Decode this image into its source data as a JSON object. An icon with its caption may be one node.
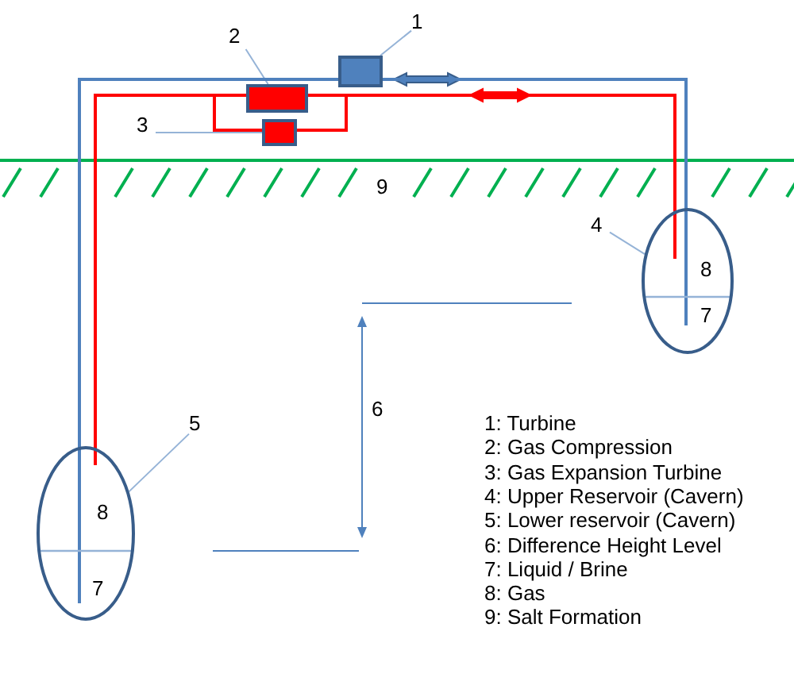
{
  "diagram": {
    "nodes": [
      {
        "text": [
          "1"
        ]
      },
      {
        "text": [],
        "shape": "box"
      },
      {
        "text": [
          "2"
        ]
      },
      {
        "text": [],
        "shape": "box"
      },
      {
        "text": [
          "3"
        ]
      },
      {
        "text": [],
        "shape": "box"
      },
      {
        "text": [
          "4"
        ]
      },
      {
        "text": [
          "8",
          "7"
        ]
      },
      {
        "text": [
          "5"
        ]
      },
      {
        "text": [
          "8",
          "7"
        ]
      }
    ],
    "edges": [
      {
        "from": 0,
        "to": 1,
        "arrow": "none"
      },
      {
        "from": 2,
        "to": 3,
        "arrow": "none"
      },
      {
        "from": 4,
        "to": 5,
        "arrow": "none"
      },
      {
        "from": 6,
        "to": 7,
        "arrow": "none"
      },
      {
        "from": 8,
        "to": 9,
        "arrow": "none"
      },
      {
        "from": 9,
        "to": 1,
        "arrow": "none"
      },
      {
        "from": 1,
        "to": 7,
        "arrow": "none"
      },
      {
        "from": 9,
        "to": 3,
        "arrow": "none",
        "color": "#ff0000"
      },
      {
        "from": 3,
        "to": 7,
        "arrow": "none",
        "color": "#ff0000"
      },
      {
        "from": 9,
        "to": 5,
        "arrow": "none",
        "color": "#ff0000"
      },
      {
        "from": 5,
        "to": 7,
        "arrow": "none",
        "color": "#ff0000"
      }
    ],
    "labels": [
      "9",
      "6",
      "1: Turbine",
      "2: Gas Compression",
      "3: Gas Expansion Turbine",
      "4: Upper Reservoir (Cavern)",
      "5: Lower reservoir (Cavern)",
      "6: Difference Height Level",
      "7: Liquid / Brine",
      "8: Gas",
      "9: Salt Formation"
    ]
  }
}
